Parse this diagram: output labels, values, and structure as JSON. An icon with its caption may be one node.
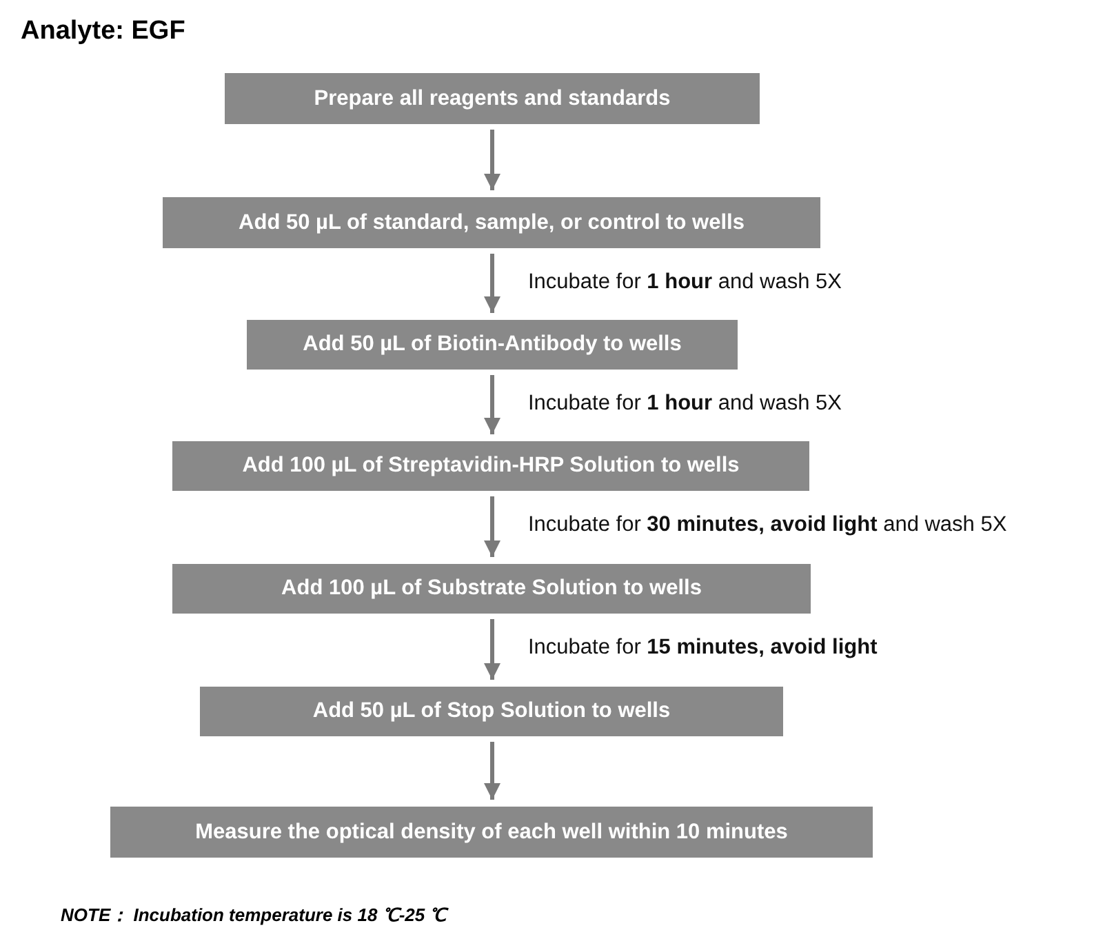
{
  "diagram": {
    "title": "Analyte: EGF",
    "nodes": [
      {
        "text": [
          "Prepare all reagents and standards"
        ]
      },
      {
        "text": [
          "Add 50 µL of standard, sample, or control to wells"
        ]
      },
      {
        "text": [
          "Add 50 µL of Biotin-Antibody to wells"
        ]
      },
      {
        "text": [
          "Add 100 µL of Streptavidin-HRP Solution to wells"
        ]
      },
      {
        "text": [
          "Add 100 µL of Substrate Solution to wells"
        ]
      },
      {
        "text": [
          "Add 50 µL of Stop Solution to wells"
        ]
      },
      {
        "text": [
          "Measure the optical density of each well within 10 minutes"
        ]
      }
    ],
    "edges": [
      {
        "from": 0,
        "to": 1,
        "arrow": "to"
      },
      {
        "from": 1,
        "to": 2,
        "arrow": "to",
        "label": "Incubate for **1 hour** and wash 5X"
      },
      {
        "from": 2,
        "to": 3,
        "arrow": "to",
        "label": "Incubate for **1 hour** and wash 5X"
      },
      {
        "from": 3,
        "to": 4,
        "arrow": "to",
        "label": "Incubate for **30 minutes, avoid light** and wash 5X"
      },
      {
        "from": 4,
        "to": 5,
        "arrow": "to",
        "label": "Incubate for **15 minutes, avoid light**"
      },
      {
        "from": 5,
        "to": 6,
        "arrow": "to"
      }
    ],
    "labels": [
      "NOTE： Incubation temperature is 18 ℃-25 ℃"
    ]
  }
}
